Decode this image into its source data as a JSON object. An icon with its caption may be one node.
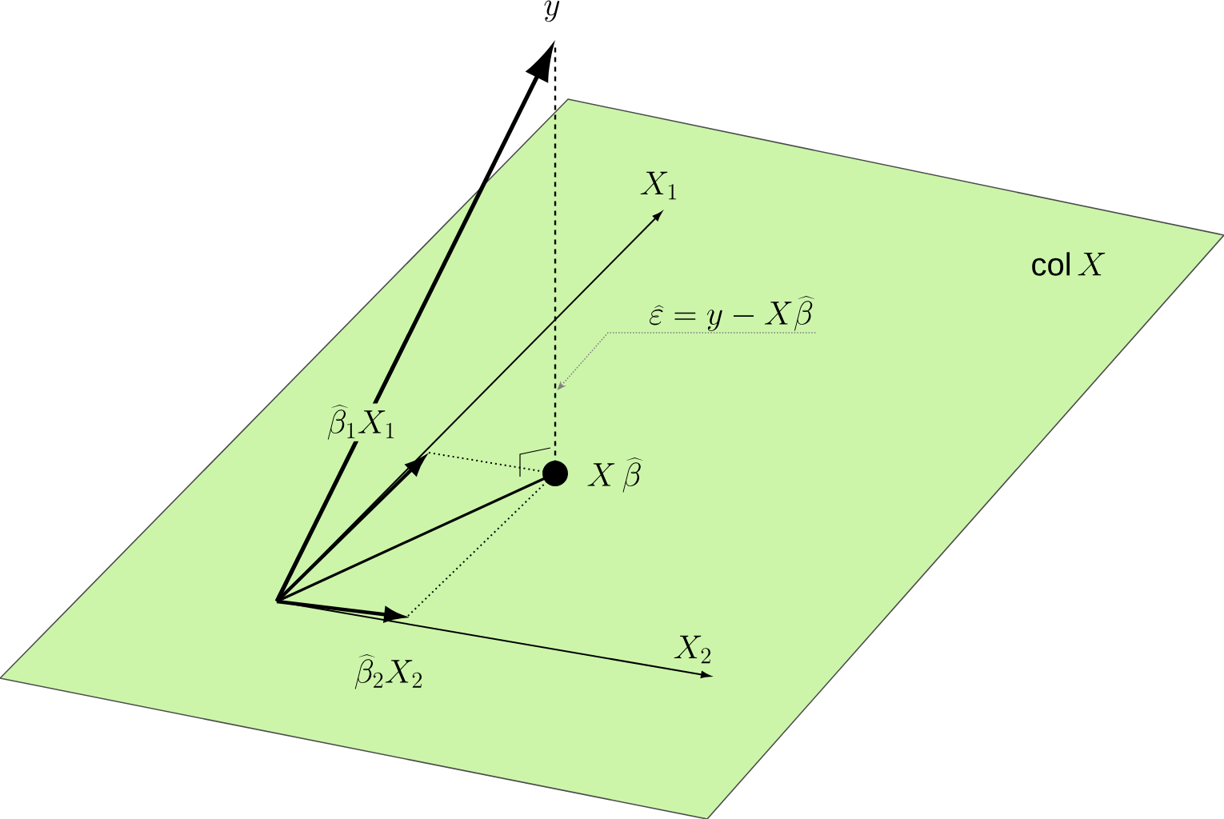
{
  "diagram": {
    "nodes": [
      {
        "text": [
          "\\widehat{\\varepsilon} = y - X\\widehat{\\beta}"
        ]
      },
      {
        "text": [],
        "shape": "line"
      }
    ],
    "edges": [
      {
        "from": 0,
        "to": 1,
        "arrow": "to",
        "style": "dashed",
        "color": "#808080"
      }
    ],
    "labels": [
      "y",
      "X_1",
      "\\mathrm{col}\\, X",
      "\\widehat{\\beta}_1 X_1",
      "X\\,\\widehat{\\beta}",
      "\\widehat{\\beta}_2 X_2",
      "X_2"
    ]
  }
}
